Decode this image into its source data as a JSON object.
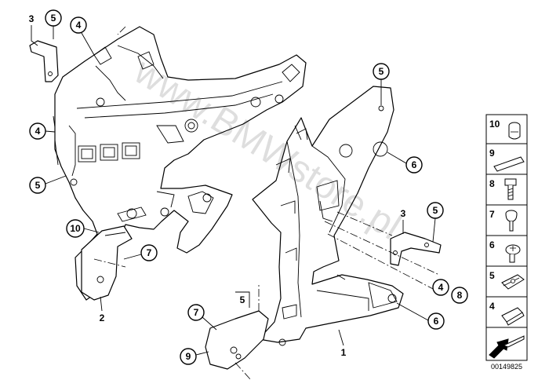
{
  "callouts": {
    "c1": "1",
    "c2": "2",
    "c3a": "3",
    "c3b": "3",
    "c4a": "4",
    "c4b": "4",
    "c4c": "4",
    "c5a": "5",
    "c5b": "5",
    "c5c": "5",
    "c5d": "5",
    "c5e": "5",
    "c6a": "6",
    "c6b": "6",
    "c7a": "7",
    "c7b": "7",
    "c8": "8",
    "c9": "9",
    "c10": "10"
  },
  "legend": {
    "items": [
      {
        "number": "10",
        "icon": "grommet-icon"
      },
      {
        "number": "9",
        "icon": "pad-icon"
      },
      {
        "number": "8",
        "icon": "bolt-icon"
      },
      {
        "number": "7",
        "icon": "rivet-icon"
      },
      {
        "number": "6",
        "icon": "screw-icon"
      },
      {
        "number": "5",
        "icon": "clip-nut-icon"
      },
      {
        "number": "4",
        "icon": "clip-icon"
      }
    ],
    "arrow_icon": "direction-arrow-icon"
  },
  "watermark": "www.BMWstore.pl",
  "diagram_id": "00149825"
}
